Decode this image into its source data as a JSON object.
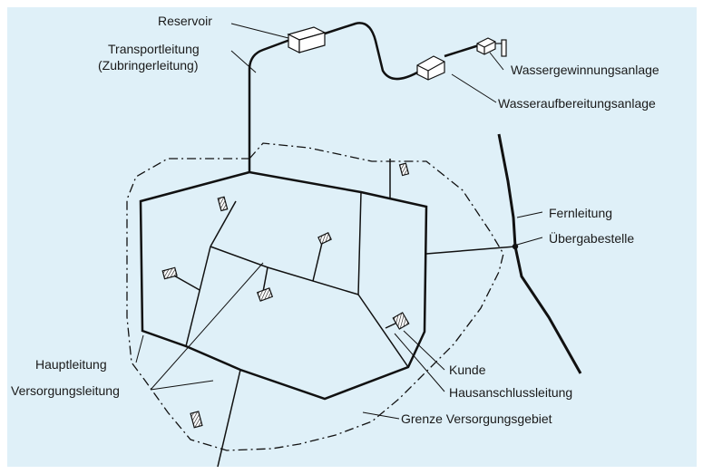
{
  "colors": {
    "background": "#dff0f8",
    "ink": "#111111"
  },
  "labels": {
    "reservoir": "Reservoir",
    "transport_line_1": "Transportleitung",
    "transport_line_2": "(Zubringerleitung)",
    "wassergewinnung": "Wassergewinnungsanlage",
    "wasseraufbereitung": "Wasseraufbereitungsanlage",
    "fernleitung": "Fernleitung",
    "uebergabestelle": "Übergabestelle",
    "hauptleitung": "Hauptleitung",
    "versorgungsleitung": "Versorgungsleitung",
    "kunde": "Kunde",
    "hausanschlussleitung": "Hausanschlussleitung",
    "grenze": "Grenze Versorgungsgebiet"
  }
}
